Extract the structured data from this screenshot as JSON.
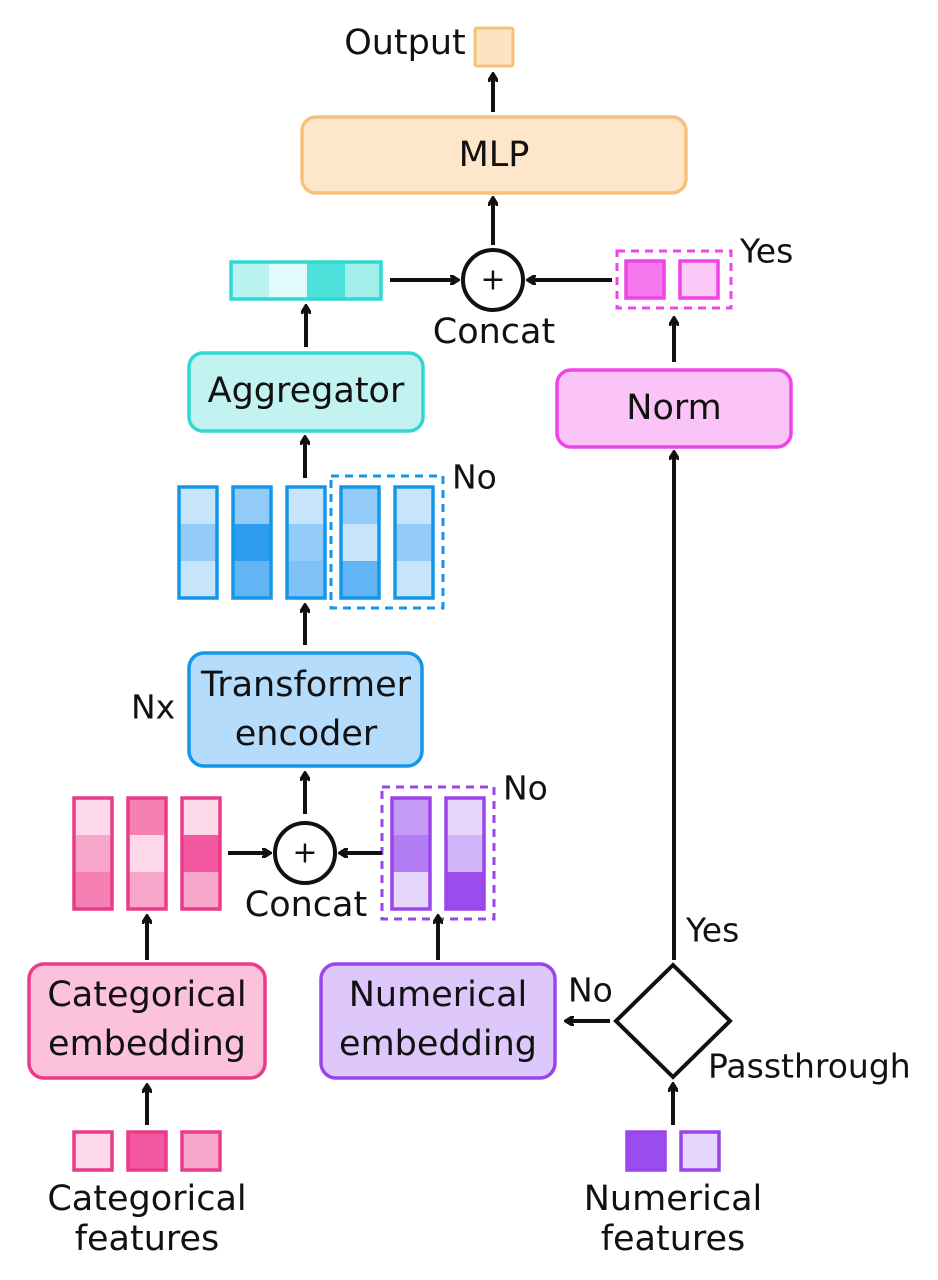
{
  "labels": {
    "output": "Output",
    "mlp": "MLP",
    "aggregator": "Aggregator",
    "norm": "Norm",
    "transformer_line1": "Transformer",
    "transformer_line2": "encoder",
    "nx": "Nx",
    "cat_emb_line1": "Categorical",
    "cat_emb_line2": "embedding",
    "num_emb_line1": "Numerical",
    "num_emb_line2": "embedding",
    "cat_feat_line1": "Categorical",
    "cat_feat_line2": "features",
    "num_feat_line1": "Numerical",
    "num_feat_line2": "features",
    "concat_top": "Concat",
    "concat_bottom": "Concat",
    "yes_top": "Yes",
    "no_tokens": "No",
    "no_numemb": "No",
    "yes_diamond": "Yes",
    "no_diamond": "No",
    "passthrough": "Passthrough",
    "plus_top": "+",
    "plus_bottom": "+"
  },
  "colors": {
    "output_fill": "#fde3c0",
    "output_stroke": "#f6c07a",
    "mlp_fill": "#fde6c9",
    "mlp_stroke": "#f5c27e",
    "agg_fill": "#c3f3f0",
    "agg_stroke": "#30d8d2",
    "norm_fill": "#fbc4f7",
    "norm_stroke": "#ee44e8",
    "trans_fill": "#b6dcfb",
    "trans_stroke": "#1596e8",
    "cat_fill": "#fcc2dc",
    "cat_stroke": "#ea3a8a",
    "num_fill": "#dec8fb",
    "num_stroke": "#9a44ea"
  }
}
